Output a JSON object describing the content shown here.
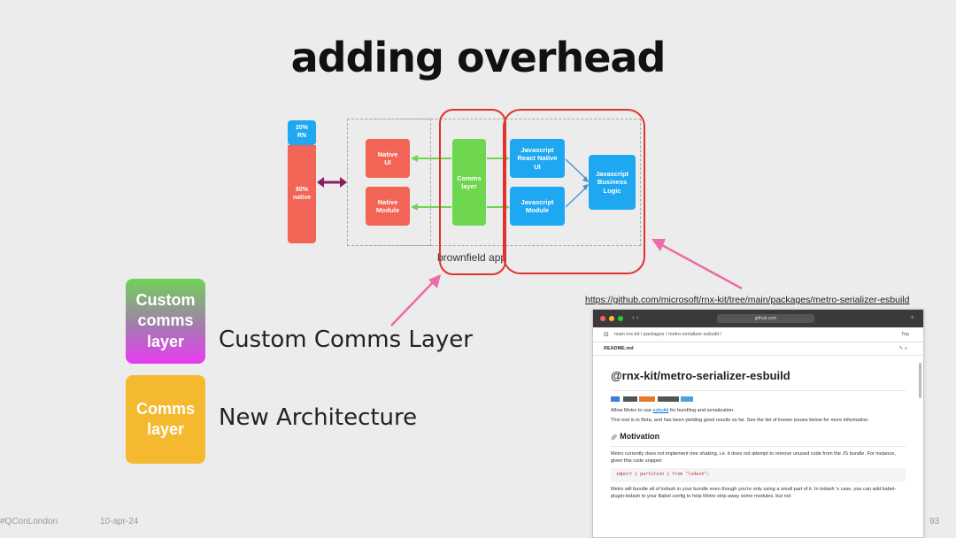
{
  "title": "adding overhead",
  "diagram": {
    "split_top": "20%\nRN",
    "split_bottom": "80%\nnative",
    "native_ui": "Native\nUI",
    "native_module": "Native\nModule",
    "comms_layer": "Comms\nlayer",
    "js_rn_ui": "Javascript\nReact Native\nUI",
    "js_module": "Javascript\nModule",
    "js_business_logic": "Javascript\nBusiness\nLogic",
    "brownfield_label": "brownfield app"
  },
  "url_label": "https://github.com/microsoft/rnx-kit/tree/main/packages/metro-serializer-esbuild",
  "legend": [
    {
      "box": "Custom\ncomms\nlayer",
      "label": "Custom Comms Layer"
    },
    {
      "box": "Comms\nlayer",
      "label": "New Architecture"
    }
  ],
  "footer": {
    "left": "#QConLondon",
    "date": "10-apr-24",
    "page": "93"
  },
  "browser": {
    "url": "github.com",
    "repo_path": "main   rnx-kit / packages / metro-serializer-esbuild /",
    "top_btn": "Top",
    "readme_tab": "README.md",
    "heading": "@rnx-kit/metro-serializer-esbuild",
    "intro_pre": "Allow Metro to use",
    "intro_link": "esbuild",
    "intro_post": "for bundling and serialization.",
    "beta": "This tool is in Beta, and has been yielding good results so far. See the list of known issues below for more information.",
    "motivation_heading": "Motivation",
    "motivation_text": "Metro currently does not implement tree shaking, i.e. it does not attempt to remove unused code from the JS bundle. For instance, given this code snippet:",
    "code": "import { partition } from \"lodash\";",
    "final_text": "Metro will bundle all of lodash in your bundle even though you're only using a small part of it. In lodash 's case, you can add babel-plugin-lodash to your Babel config to help Metro strip away some modules, but not"
  }
}
